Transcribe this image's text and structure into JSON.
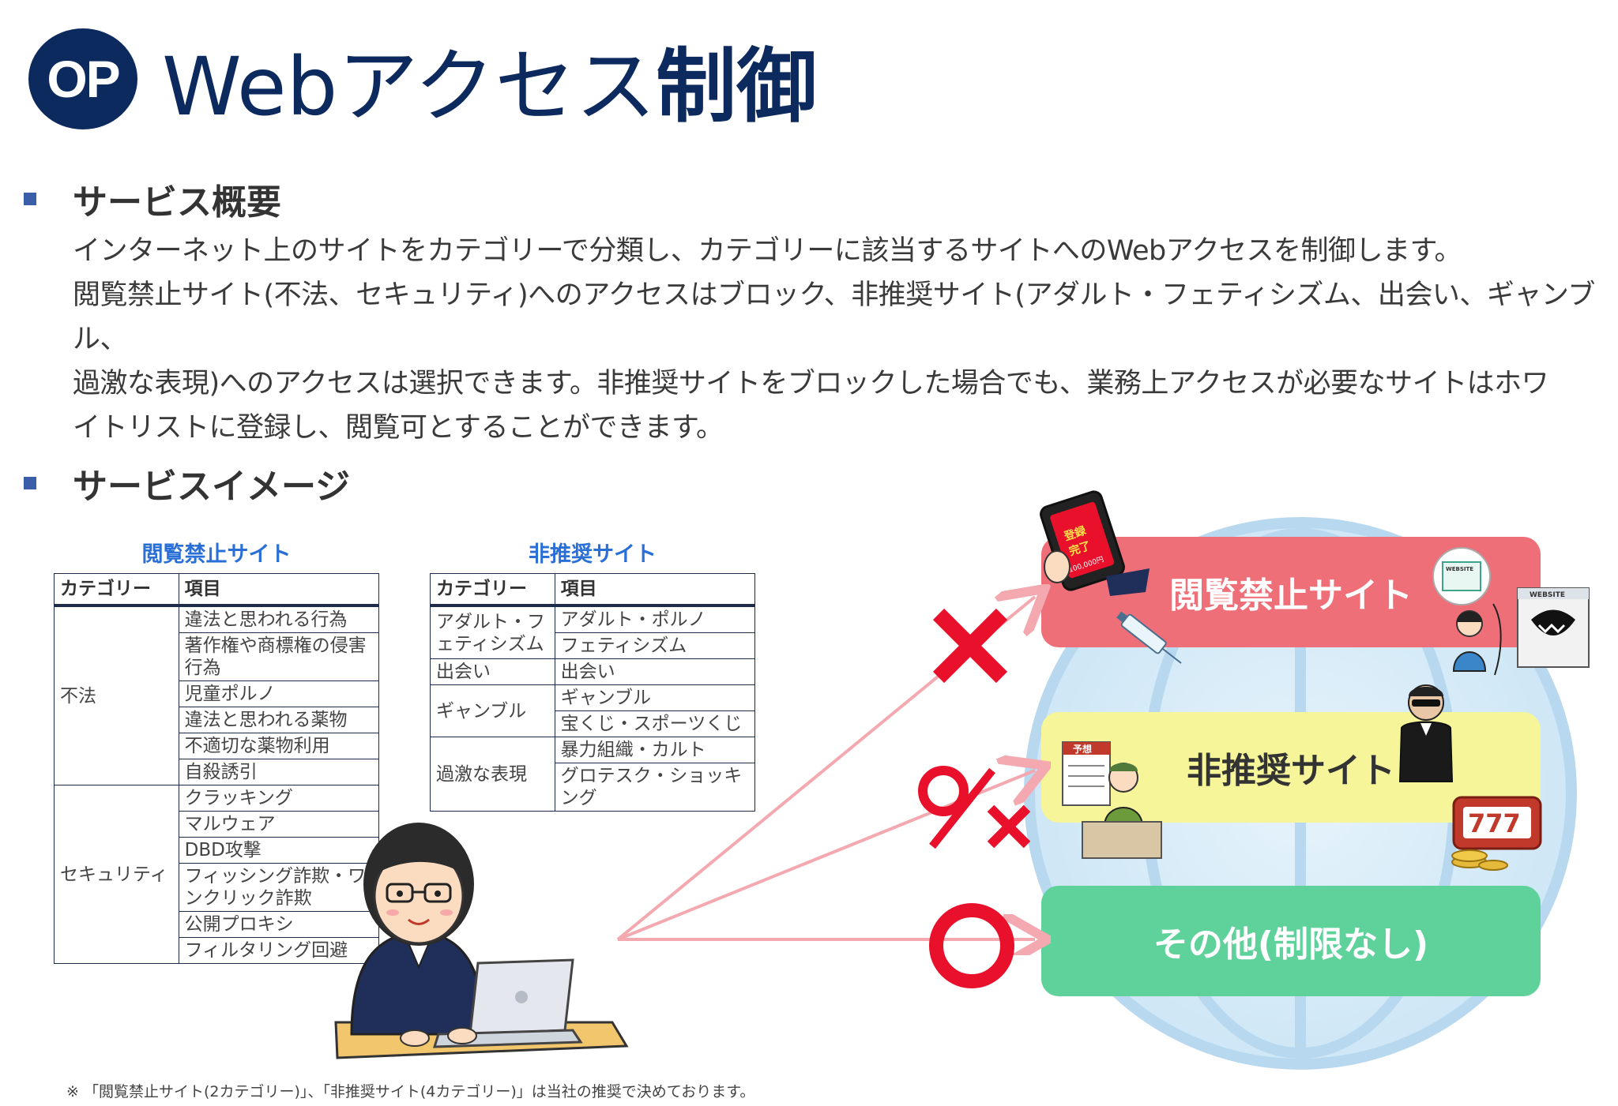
{
  "header": {
    "logo_text": "OP",
    "title_prefix": "Webアクセス",
    "title_bold": "制御"
  },
  "overview": {
    "heading": "サービス概要",
    "lines": [
      "インターネット上のサイトをカテゴリーで分類し、カテゴリーに該当するサイトへのWebアクセスを制御します。",
      "閲覧禁止サイト(不法、セキュリティ)へのアクセスはブロック、非推奨サイト(アダルト・フェティシズム、出会い、ギャンブル、",
      "過激な表現)へのアクセスは選択できます。非推奨サイトをブロックした場合でも、業務上アクセスが必要なサイトはホワ",
      "イトリストに登録し、閲覧可とすることができます。"
    ]
  },
  "image_section": {
    "heading": "サービスイメージ"
  },
  "table_forbidden": {
    "caption": "閲覧禁止サイト",
    "col_category": "カテゴリー",
    "col_item": "項目",
    "groups": [
      {
        "category": "不法",
        "items": [
          "違法と思われる行為",
          "著作権や商標権の侵害行為",
          "児童ポルノ",
          "違法と思われる薬物",
          "不適切な薬物利用",
          "自殺誘引"
        ]
      },
      {
        "category": "セキュリティ",
        "items": [
          "クラッキング",
          "マルウェア",
          "DBD攻撃",
          "フィッシング詐欺・ワンクリック詐欺",
          "公開プロキシ",
          "フィルタリング回避"
        ]
      }
    ]
  },
  "table_notrec": {
    "caption": "非推奨サイト",
    "col_category": "カテゴリー",
    "col_item": "項目",
    "groups": [
      {
        "category": "アダルト・フェティシズム",
        "items": [
          "アダルト・ポルノ",
          "フェティシズム"
        ]
      },
      {
        "category": "出会い",
        "items": [
          "出会い"
        ]
      },
      {
        "category": "ギャンブル",
        "items": [
          "ギャンブル",
          "宝くじ・スポーツくじ"
        ]
      },
      {
        "category": "過激な表現",
        "items": [
          "暴力組織・カルト",
          "グロテスク・ショッキング"
        ]
      }
    ]
  },
  "bands": {
    "forbidden": "閲覧禁止サイト",
    "notrec": "非推奨サイト",
    "other": "その他(制限なし)"
  },
  "illustration_text": {
    "phone_label_1": "登録",
    "phone_label_2": "完了",
    "phone_amount": "100,000円",
    "website_label": "WEBSITE",
    "yoso_label": "予想",
    "slot_digits": "777"
  },
  "colors": {
    "navy": "#0d2a5e",
    "caption_blue": "#2a6fd6",
    "band_forbidden": "#ee6f78",
    "band_notrec": "#f6f59a",
    "band_other": "#5fd19a",
    "mark_red": "#e8102a",
    "arrow_pink": "#f4a9b0"
  },
  "footnote": "※ 「閲覧禁止サイト(2カテゴリー)」、「非推奨サイト(4カテゴリー)」は当社の推奨で決めております。"
}
